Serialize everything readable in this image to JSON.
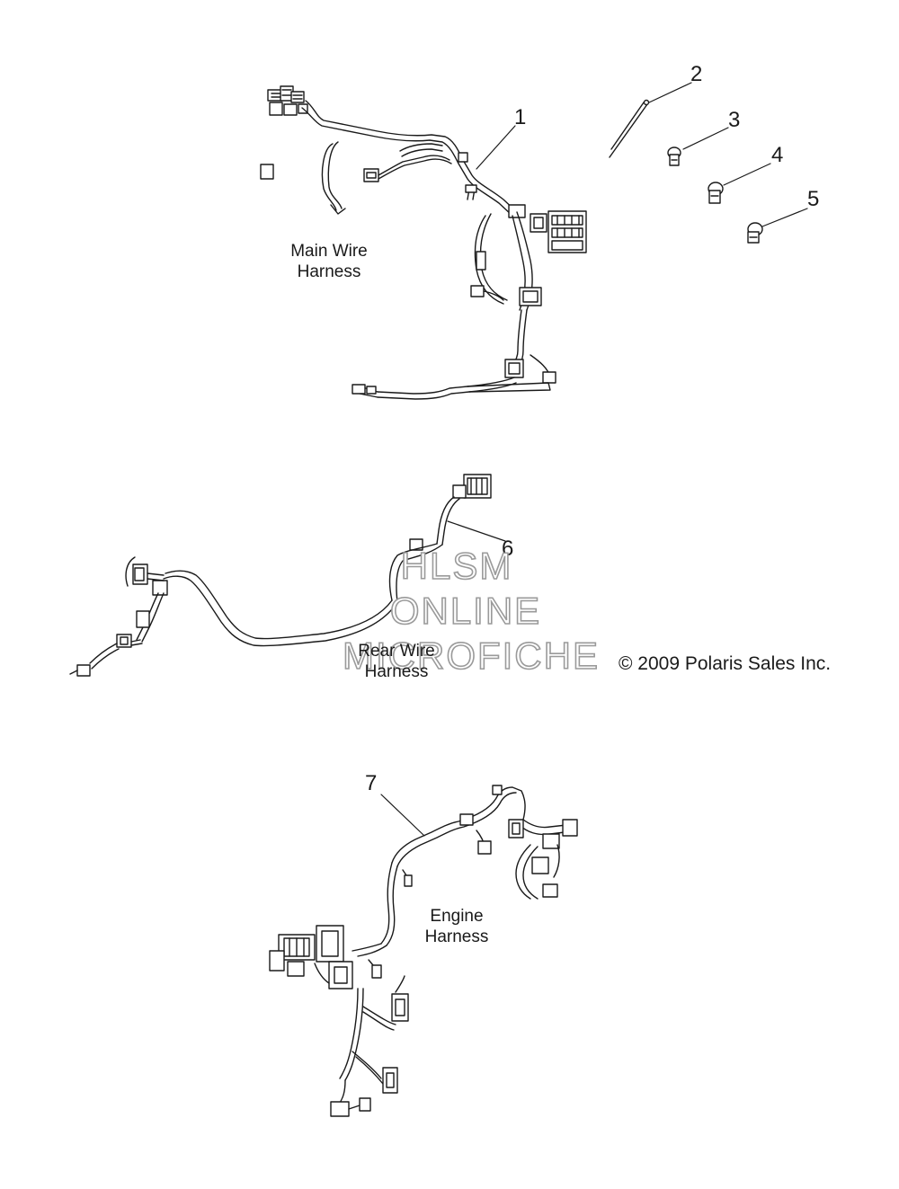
{
  "callouts": [
    "1",
    "2",
    "3",
    "4",
    "5",
    "6",
    "7"
  ],
  "labels": {
    "main_line1": "Main Wire",
    "main_line2": "Harness",
    "rear_line1": "Rear Wire",
    "rear_line2": "Harness",
    "engine_line1": "Engine",
    "engine_line2": "Harness"
  },
  "copyright": "© 2009 Polaris Sales Inc.",
  "watermark": {
    "line1": "HLSM",
    "line2": "ONLINE",
    "line3": "MICROFICHE"
  },
  "colors": {
    "line": "#1a1a1a",
    "watermark_outline": "#9a9a9a"
  }
}
